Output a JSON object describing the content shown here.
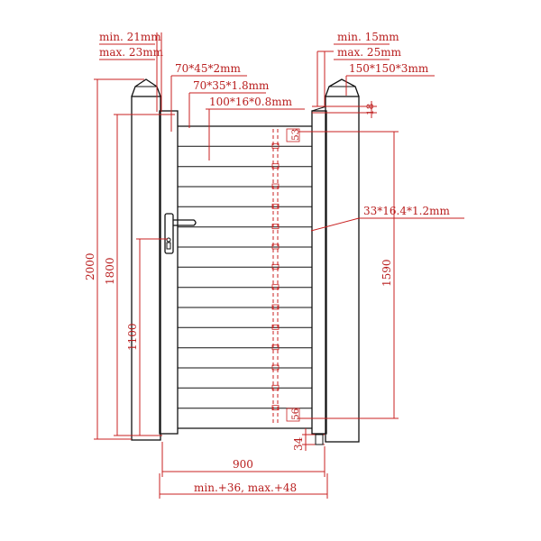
{
  "annotations": {
    "left_min": "min. 21mm",
    "left_max": "max. 23mm",
    "right_min": "min. 15mm",
    "right_max": "max. 25mm",
    "frame_profile": "70*45*2mm",
    "frame_inner_profile": "70*35*1.8mm",
    "slat_profile": "100*16*0.8mm",
    "post_profile": "150*150*3mm",
    "spacer_profile": "33*16.4*1.2mm"
  },
  "dimensions": {
    "post_height": "2000",
    "gate_height": "1800",
    "handle_height": "1100",
    "infill_height": "1590",
    "gate_width": "900",
    "overall_gap": "min.+36, max.+48",
    "bottom_gap": "34",
    "top_gap": "18",
    "spacer_top": "53",
    "spacer_bottom": "56"
  },
  "drawing": {
    "slat_count": 15,
    "ink_color": "#111111",
    "dimension_color": "#c82020"
  }
}
